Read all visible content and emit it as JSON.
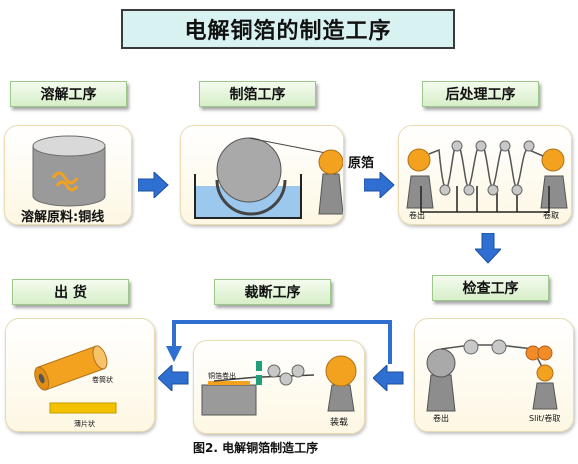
{
  "title": "电解铜箔的制造工序",
  "stages": {
    "dissolve": {
      "label": "溶解工序",
      "material": "溶解原料:铜线"
    },
    "foil": {
      "label": "制箔工序",
      "output": "原箔"
    },
    "post": {
      "label": "后处理工序",
      "unwind": "卷出",
      "rewind": "卷取"
    },
    "inspect": {
      "label": "检查工序",
      "unwind": "卷出",
      "rewind": "Slit/卷取"
    },
    "cut": {
      "label": "裁断工序",
      "unwind": "铜箔卷出",
      "stack": "装载"
    },
    "ship": {
      "label": "出 货",
      "roll": "卷筒状",
      "sheet": "薄片状"
    }
  },
  "caption": "图2. 电解铜箔制造工序",
  "colors": {
    "arrow_blue": "#2f6fd2",
    "roller_gray": "#a9a9a9",
    "copper": "#f2a21e",
    "accent_orange": "#f28c28",
    "solution_blue": "#9cc8ee"
  }
}
